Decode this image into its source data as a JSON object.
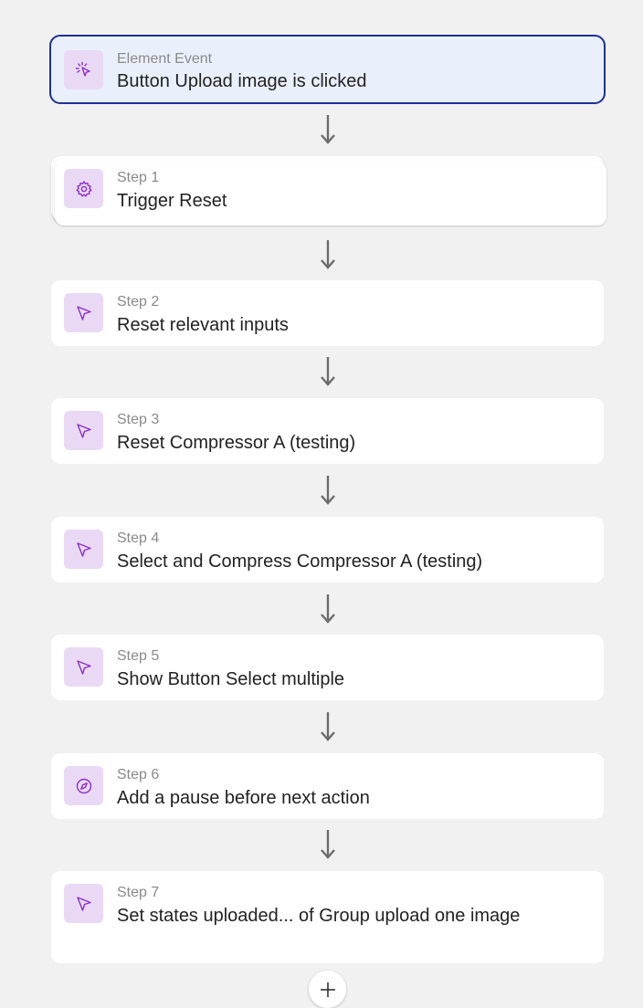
{
  "event": {
    "label": "Element Event",
    "title": "Button Upload image is clicked",
    "icon": "cursor-click-icon"
  },
  "steps": [
    {
      "label": "Step 1",
      "title": "Trigger Reset",
      "icon": "gear-icon"
    },
    {
      "label": "Step 2",
      "title": "Reset relevant inputs",
      "icon": "pointer-icon"
    },
    {
      "label": "Step 3",
      "title": "Reset Compressor A (testing)",
      "icon": "pointer-icon"
    },
    {
      "label": "Step 4",
      "title": "Select and Compress Compressor A (testing)",
      "icon": "pointer-icon"
    },
    {
      "label": "Step 5",
      "title": "Show Button Select multiple",
      "icon": "pointer-icon"
    },
    {
      "label": "Step 6",
      "title": "Add a pause before next action",
      "icon": "compass-icon"
    },
    {
      "label": "Step 7",
      "title": "Set states uploaded... of Group upload one image",
      "icon": "pointer-icon"
    }
  ],
  "add_step": {
    "icon": "plus-icon"
  },
  "colors": {
    "accent": "#1f2f99",
    "icon": "#8b2fc9",
    "icon_bg": "#ead9f5",
    "event_bg": "#e9f0fc"
  }
}
